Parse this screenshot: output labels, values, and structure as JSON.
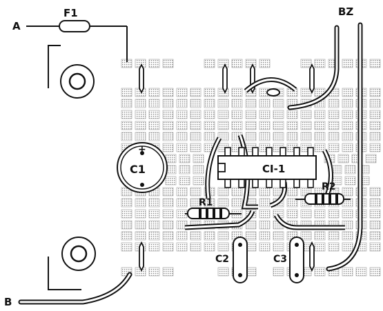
{
  "labels": {
    "terminal_a": "A",
    "terminal_b": "B",
    "fuse": "F1",
    "buzzer": "BZ",
    "capacitor_c1": "C1",
    "ic": "CI-1",
    "resistor_r1": "R1",
    "resistor_r2": "R2",
    "capacitor_c2": "C2",
    "capacitor_c3": "C3",
    "polarity_plus": "+"
  },
  "ic": {
    "pins_per_side": 7
  }
}
